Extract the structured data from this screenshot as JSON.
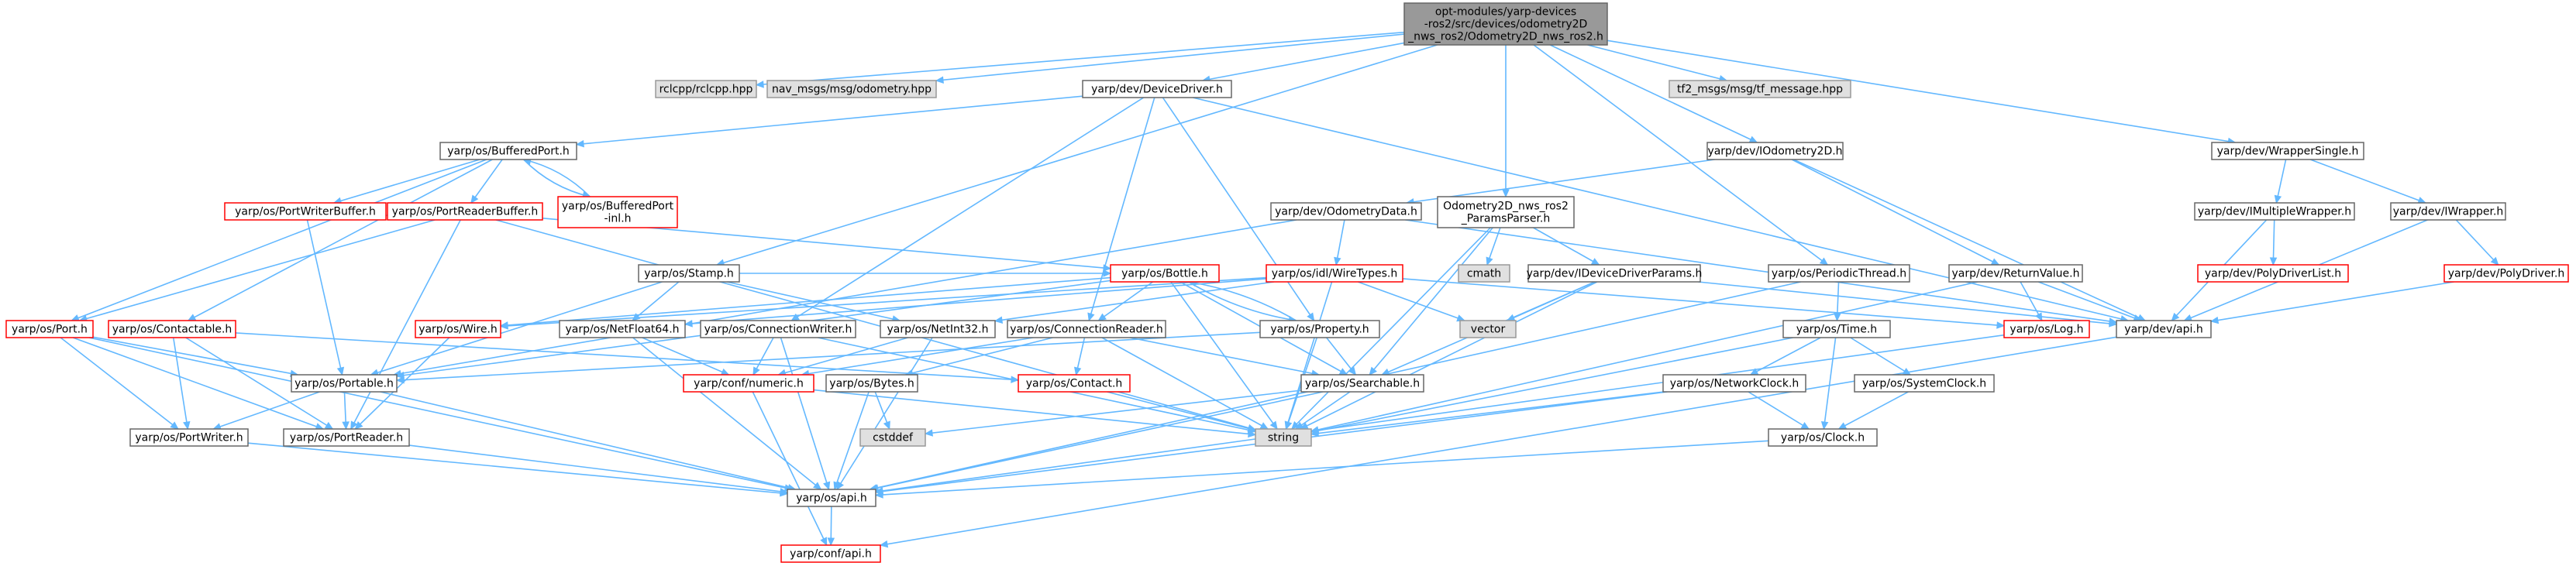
{
  "colors": {
    "edge": "#63b8ff",
    "root_fill": "#999999",
    "root_border": "#666666",
    "ext_fill": "#e0e0e0",
    "ext_border": "#999999",
    "node_fill": "#ffffff",
    "node_border": "#666666",
    "red_border": "#ff0000"
  },
  "nodes": [
    {
      "id": "root",
      "lines": [
        "opt-modules/yarp-devices",
        "-ros2/src/devices/odometry2D",
        "_nws_ros2/Odometry2D_nws_ros2.h"
      ],
      "style": "root"
    },
    {
      "id": "rclcpp",
      "lines": [
        "rclcpp/rclcpp.hpp"
      ],
      "style": "ext"
    },
    {
      "id": "nav",
      "lines": [
        "nav_msgs/msg/odometry.hpp"
      ],
      "style": "ext"
    },
    {
      "id": "tf2",
      "lines": [
        "tf2_msgs/msg/tf_message.hpp"
      ],
      "style": "ext"
    },
    {
      "id": "devdriver",
      "lines": [
        "yarp/dev/DeviceDriver.h"
      ],
      "style": "normal"
    },
    {
      "id": "iodom",
      "lines": [
        "yarp/dev/IOdometry2D.h"
      ],
      "style": "normal"
    },
    {
      "id": "wrapsingle",
      "lines": [
        "yarp/dev/WrapperSingle.h"
      ],
      "style": "normal"
    },
    {
      "id": "bufport",
      "lines": [
        "yarp/os/BufferedPort.h"
      ],
      "style": "normal"
    },
    {
      "id": "pwbuf",
      "lines": [
        "yarp/os/PortWriterBuffer.h"
      ],
      "style": "red"
    },
    {
      "id": "prbuf",
      "lines": [
        "yarp/os/PortReaderBuffer.h"
      ],
      "style": "red"
    },
    {
      "id": "bufinl",
      "lines": [
        "yarp/os/BufferedPort",
        "-inl.h"
      ],
      "style": "red"
    },
    {
      "id": "odomdata",
      "lines": [
        "yarp/dev/OdometryData.h"
      ],
      "style": "normal"
    },
    {
      "id": "parser",
      "lines": [
        "Odometry2D_nws_ros2",
        "_ParamsParser.h"
      ],
      "style": "normal"
    },
    {
      "id": "imw",
      "lines": [
        "yarp/dev/IMultipleWrapper.h"
      ],
      "style": "normal"
    },
    {
      "id": "iw",
      "lines": [
        "yarp/dev/IWrapper.h"
      ],
      "style": "normal"
    },
    {
      "id": "stamp",
      "lines": [
        "yarp/os/Stamp.h"
      ],
      "style": "normal"
    },
    {
      "id": "bottle",
      "lines": [
        "yarp/os/Bottle.h"
      ],
      "style": "red"
    },
    {
      "id": "idlwt",
      "lines": [
        "yarp/os/idl/WireTypes.h"
      ],
      "style": "red"
    },
    {
      "id": "cmath",
      "lines": [
        "cmath"
      ],
      "style": "ext"
    },
    {
      "id": "idevparams",
      "lines": [
        "yarp/dev/IDeviceDriverParams.h"
      ],
      "style": "normal"
    },
    {
      "id": "periodic",
      "lines": [
        "yarp/os/PeriodicThread.h"
      ],
      "style": "normal"
    },
    {
      "id": "retval",
      "lines": [
        "yarp/dev/ReturnValue.h"
      ],
      "style": "normal"
    },
    {
      "id": "pdlist",
      "lines": [
        "yarp/dev/PolyDriverList.h"
      ],
      "style": "red"
    },
    {
      "id": "polydrv",
      "lines": [
        "yarp/dev/PolyDriver.h"
      ],
      "style": "red"
    },
    {
      "id": "port",
      "lines": [
        "yarp/os/Port.h"
      ],
      "style": "red"
    },
    {
      "id": "contactable",
      "lines": [
        "yarp/os/Contactable.h"
      ],
      "style": "red"
    },
    {
      "id": "wire",
      "lines": [
        "yarp/os/Wire.h"
      ],
      "style": "red"
    },
    {
      "id": "netf64",
      "lines": [
        "yarp/os/NetFloat64.h"
      ],
      "style": "normal"
    },
    {
      "id": "connwriter",
      "lines": [
        "yarp/os/ConnectionWriter.h"
      ],
      "style": "normal"
    },
    {
      "id": "neti32",
      "lines": [
        "yarp/os/NetInt32.h"
      ],
      "style": "normal"
    },
    {
      "id": "connreader",
      "lines": [
        "yarp/os/ConnectionReader.h"
      ],
      "style": "normal"
    },
    {
      "id": "property",
      "lines": [
        "yarp/os/Property.h"
      ],
      "style": "normal"
    },
    {
      "id": "vector",
      "lines": [
        "vector"
      ],
      "style": "ext"
    },
    {
      "id": "log",
      "lines": [
        "yarp/os/Log.h"
      ],
      "style": "red"
    },
    {
      "id": "devapi",
      "lines": [
        "yarp/dev/api.h"
      ],
      "style": "normal"
    },
    {
      "id": "time",
      "lines": [
        "yarp/os/Time.h"
      ],
      "style": "normal"
    },
    {
      "id": "portable",
      "lines": [
        "yarp/os/Portable.h"
      ],
      "style": "normal"
    },
    {
      "id": "numeric",
      "lines": [
        "yarp/conf/numeric.h"
      ],
      "style": "red"
    },
    {
      "id": "bytes",
      "lines": [
        "yarp/os/Bytes.h"
      ],
      "style": "normal"
    },
    {
      "id": "contact",
      "lines": [
        "yarp/os/Contact.h"
      ],
      "style": "red"
    },
    {
      "id": "searchable",
      "lines": [
        "yarp/os/Searchable.h"
      ],
      "style": "normal"
    },
    {
      "id": "netclock",
      "lines": [
        "yarp/os/NetworkClock.h"
      ],
      "style": "normal"
    },
    {
      "id": "sysclock",
      "lines": [
        "yarp/os/SystemClock.h"
      ],
      "style": "normal"
    },
    {
      "id": "portwriter",
      "lines": [
        "yarp/os/PortWriter.h"
      ],
      "style": "normal"
    },
    {
      "id": "portreader",
      "lines": [
        "yarp/os/PortReader.h"
      ],
      "style": "normal"
    },
    {
      "id": "cstddef",
      "lines": [
        "cstddef"
      ],
      "style": "ext"
    },
    {
      "id": "string",
      "lines": [
        "string"
      ],
      "style": "ext"
    },
    {
      "id": "clock",
      "lines": [
        "yarp/os/Clock.h"
      ],
      "style": "normal"
    },
    {
      "id": "osapi",
      "lines": [
        "yarp/os/api.h"
      ],
      "style": "normal"
    },
    {
      "id": "confapi",
      "lines": [
        "yarp/conf/api.h"
      ],
      "style": "red"
    }
  ],
  "edges": [
    [
      "root",
      "rclcpp"
    ],
    [
      "root",
      "nav"
    ],
    [
      "root",
      "devdriver"
    ],
    [
      "root",
      "stamp"
    ],
    [
      "root",
      "parser"
    ],
    [
      "root",
      "tf2"
    ],
    [
      "root",
      "iodom"
    ],
    [
      "root",
      "periodic"
    ],
    [
      "root",
      "wrapsingle"
    ],
    [
      "devdriver",
      "bufport"
    ],
    [
      "devdriver",
      "property"
    ],
    [
      "devdriver",
      "connwriter"
    ],
    [
      "devdriver",
      "connreader"
    ],
    [
      "devdriver",
      "devapi"
    ],
    [
      "bufport",
      "pwbuf"
    ],
    [
      "bufport",
      "prbuf"
    ],
    [
      "bufport",
      "bufinl"
    ],
    [
      "bufport",
      "port"
    ],
    [
      "bufport",
      "contactable"
    ],
    [
      "bufinl",
      "bufport"
    ],
    [
      "pwbuf",
      "portable"
    ],
    [
      "prbuf",
      "port"
    ],
    [
      "prbuf",
      "bottle"
    ],
    [
      "prbuf",
      "portreader"
    ],
    [
      "prbuf",
      "string"
    ],
    [
      "iodom",
      "odomdata"
    ],
    [
      "iodom",
      "retval"
    ],
    [
      "iodom",
      "devapi"
    ],
    [
      "odomdata",
      "idlwt"
    ],
    [
      "odomdata",
      "portable"
    ],
    [
      "odomdata",
      "devapi"
    ],
    [
      "parser",
      "cmath"
    ],
    [
      "parser",
      "idevparams"
    ],
    [
      "parser",
      "searchable"
    ],
    [
      "parser",
      "string"
    ],
    [
      "idevparams",
      "vector"
    ],
    [
      "idevparams",
      "searchable"
    ],
    [
      "idevparams",
      "string"
    ],
    [
      "idevparams",
      "devapi"
    ],
    [
      "idlwt",
      "wire"
    ],
    [
      "idlwt",
      "netf64"
    ],
    [
      "idlwt",
      "neti32"
    ],
    [
      "idlwt",
      "vector"
    ],
    [
      "idlwt",
      "string"
    ],
    [
      "idlwt",
      "log"
    ],
    [
      "stamp",
      "bottle"
    ],
    [
      "stamp",
      "portable"
    ],
    [
      "stamp",
      "netf64"
    ],
    [
      "stamp",
      "neti32"
    ],
    [
      "bottle",
      "property"
    ],
    [
      "bottle",
      "portable"
    ],
    [
      "bottle",
      "searchable"
    ],
    [
      "bottle",
      "string"
    ],
    [
      "bottle",
      "wire"
    ],
    [
      "bottle",
      "connreader"
    ],
    [
      "property",
      "bottle"
    ],
    [
      "property",
      "searchable"
    ],
    [
      "property",
      "string"
    ],
    [
      "property",
      "portable"
    ],
    [
      "retval",
      "log"
    ],
    [
      "retval",
      "devapi"
    ],
    [
      "retval",
      "string"
    ],
    [
      "wrapsingle",
      "imw"
    ],
    [
      "wrapsingle",
      "iw"
    ],
    [
      "imw",
      "pdlist"
    ],
    [
      "imw",
      "devapi"
    ],
    [
      "iw",
      "polydrv"
    ],
    [
      "iw",
      "devapi"
    ],
    [
      "polydrv",
      "devapi"
    ],
    [
      "periodic",
      "time"
    ],
    [
      "periodic",
      "osapi"
    ],
    [
      "time",
      "netclock"
    ],
    [
      "time",
      "sysclock"
    ],
    [
      "time",
      "clock"
    ],
    [
      "time",
      "string"
    ],
    [
      "netclock",
      "clock"
    ],
    [
      "netclock",
      "string"
    ],
    [
      "netclock",
      "osapi"
    ],
    [
      "sysclock",
      "clock"
    ],
    [
      "clock",
      "osapi"
    ],
    [
      "port",
      "portable"
    ],
    [
      "port",
      "portwriter"
    ],
    [
      "port",
      "portreader"
    ],
    [
      "port",
      "osapi"
    ],
    [
      "contactable",
      "portwriter"
    ],
    [
      "contactable",
      "portreader"
    ],
    [
      "contactable",
      "contact"
    ],
    [
      "portable",
      "portwriter"
    ],
    [
      "portable",
      "portreader"
    ],
    [
      "portable",
      "osapi"
    ],
    [
      "portwriter",
      "osapi"
    ],
    [
      "portreader",
      "osapi"
    ],
    [
      "wire",
      "portreader"
    ],
    [
      "netf64",
      "numeric"
    ],
    [
      "netf64",
      "osapi"
    ],
    [
      "neti32",
      "numeric"
    ],
    [
      "neti32",
      "osapi"
    ],
    [
      "connwriter",
      "numeric"
    ],
    [
      "connwriter",
      "osapi"
    ],
    [
      "connwriter",
      "string"
    ],
    [
      "connreader",
      "bytes"
    ],
    [
      "connreader",
      "contact"
    ],
    [
      "connreader",
      "searchable"
    ],
    [
      "connreader",
      "string"
    ],
    [
      "connreader",
      "numeric"
    ],
    [
      "bytes",
      "cstddef"
    ],
    [
      "bytes",
      "osapi"
    ],
    [
      "contact",
      "string"
    ],
    [
      "searchable",
      "string"
    ],
    [
      "searchable",
      "osapi"
    ],
    [
      "searchable",
      "cstddef"
    ],
    [
      "numeric",
      "confapi"
    ],
    [
      "numeric",
      "string"
    ],
    [
      "log",
      "osapi"
    ],
    [
      "osapi",
      "confapi"
    ],
    [
      "devapi",
      "confapi"
    ]
  ]
}
